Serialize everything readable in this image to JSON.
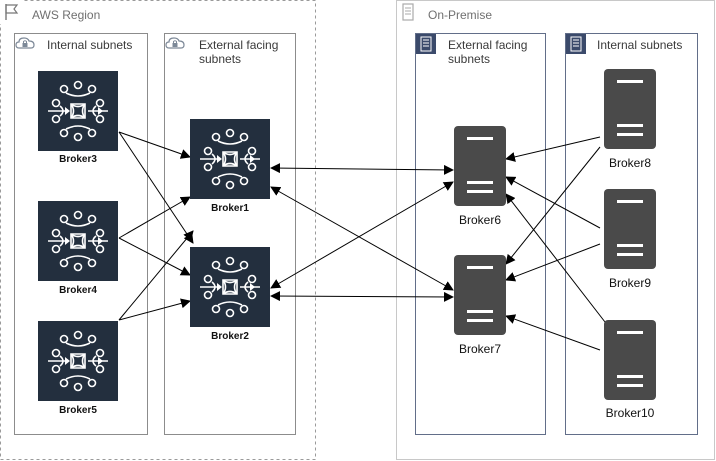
{
  "groups": {
    "aws_region": "AWS Region",
    "on_premise": "On-Premise"
  },
  "subnets": {
    "aws_internal": "Internal subnets",
    "aws_external_line1": "External facing",
    "aws_external_line2": "subnets",
    "onprem_external_line1": "External facing",
    "onprem_external_line2": "subnets",
    "onprem_internal": "Internal subnets"
  },
  "brokers": {
    "broker1": "Broker1",
    "broker2": "Broker2",
    "broker3": "Broker3",
    "broker4": "Broker4",
    "broker5": "Broker5",
    "broker6": "Broker6",
    "broker7": "Broker7",
    "broker8": "Broker8",
    "broker9": "Broker9",
    "broker10": "Broker10"
  },
  "colors": {
    "aws_node_bg": "#232f3e",
    "server_fill": "#4a4a4a",
    "subnet_border": "#8c8c8c",
    "region_border": "#9a9a9a",
    "subnet_icon": "#7d8998",
    "onprem_icon": "#3b4a6b",
    "arrow": "#000000"
  },
  "icons": {
    "aws_region": "flag-icon",
    "on_premise": "building-outline-icon",
    "aws_subnet": "cloud-lock-icon",
    "onprem_subnet": "building-icon",
    "aws_broker": "message-broker-icon",
    "onprem_broker": "server-icon"
  }
}
